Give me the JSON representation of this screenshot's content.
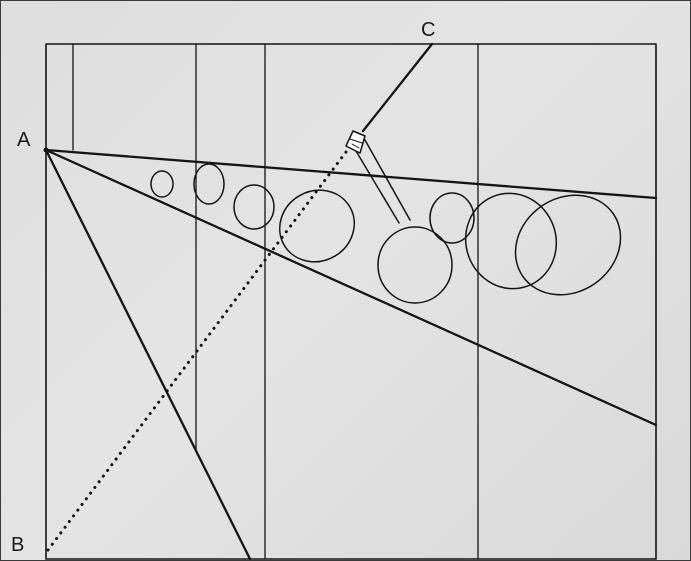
{
  "diagram": {
    "labels": {
      "a": "A",
      "b": "B",
      "c": "C"
    },
    "colors": {
      "ink": "#141414",
      "paper": "#e0e0e0"
    }
  }
}
